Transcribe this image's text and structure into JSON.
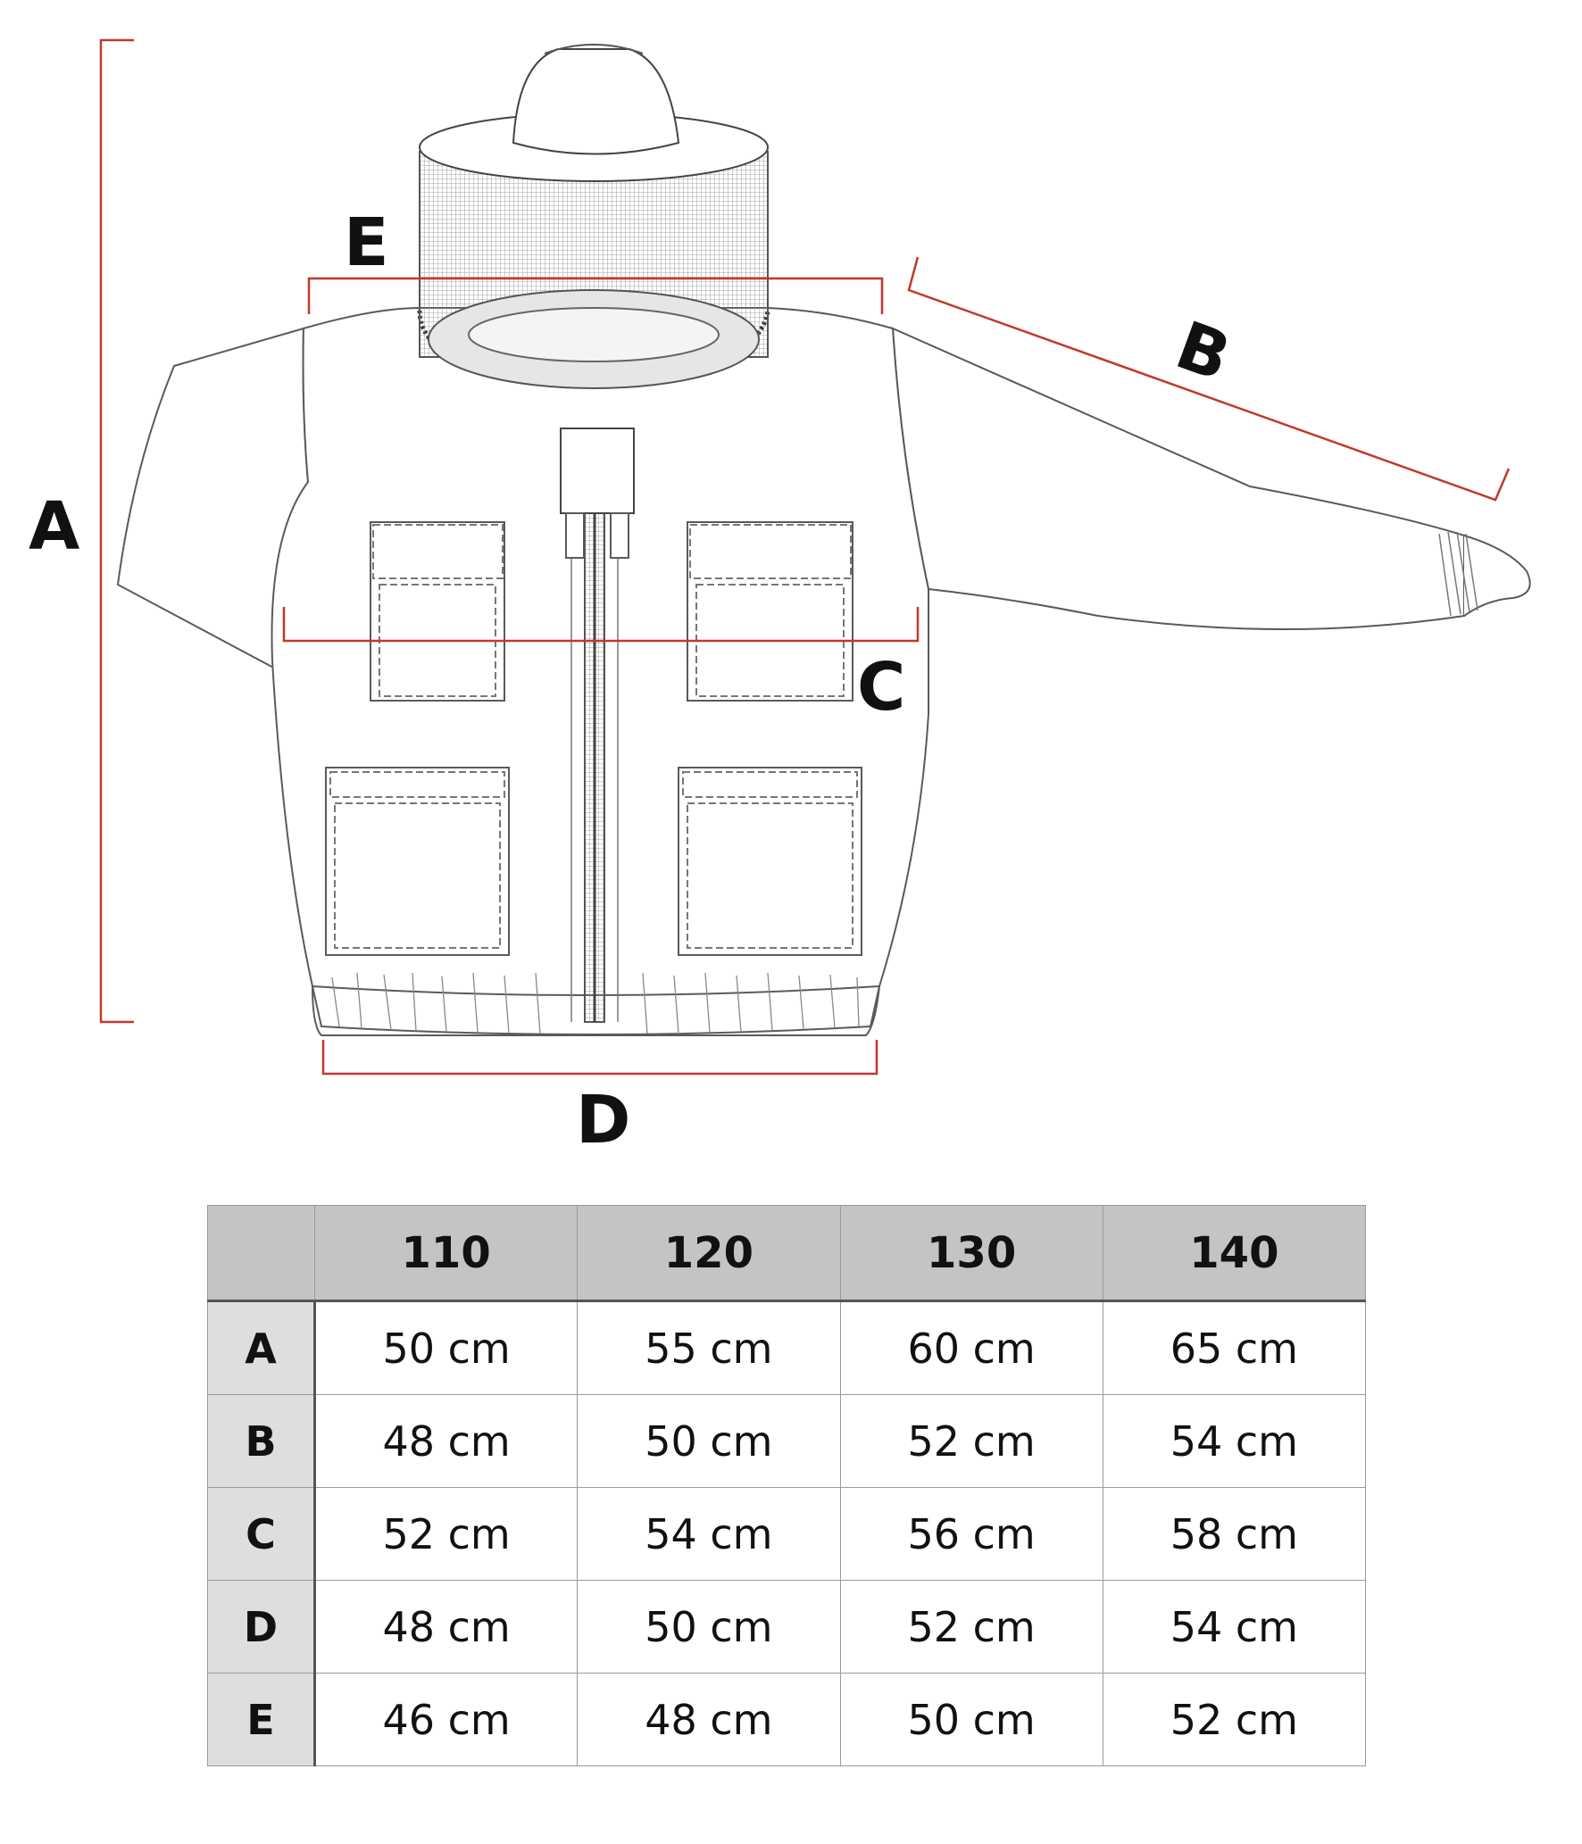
{
  "diagram": {
    "labels": {
      "a": "A",
      "b": "B",
      "c": "C",
      "d": "D",
      "e": "E"
    },
    "colors": {
      "dimension_line": "#c0392b",
      "outline": "#555555",
      "mesh": "#777777"
    },
    "icons": [
      "beekeeping-jacket-illustration",
      "veil-hat-icon",
      "zipper-icon",
      "pocket-icon"
    ]
  },
  "table": {
    "headers": [
      "",
      "110",
      "120",
      "130",
      "140"
    ],
    "rows": [
      {
        "label": "A",
        "values": [
          "50 cm",
          "55 cm",
          "60 cm",
          "65 cm"
        ]
      },
      {
        "label": "B",
        "values": [
          "48 cm",
          "50 cm",
          "52 cm",
          "54 cm"
        ]
      },
      {
        "label": "C",
        "values": [
          "52 cm",
          "54 cm",
          "56 cm",
          "58 cm"
        ]
      },
      {
        "label": "D",
        "values": [
          "48 cm",
          "50 cm",
          "52 cm",
          "54 cm"
        ]
      },
      {
        "label": "E",
        "values": [
          "46 cm",
          "48 cm",
          "50 cm",
          "52 cm"
        ]
      }
    ],
    "colors": {
      "header_bg": "#c4c4c4",
      "row_label_bg": "#dedede",
      "grid": "#9a9a9a"
    }
  }
}
